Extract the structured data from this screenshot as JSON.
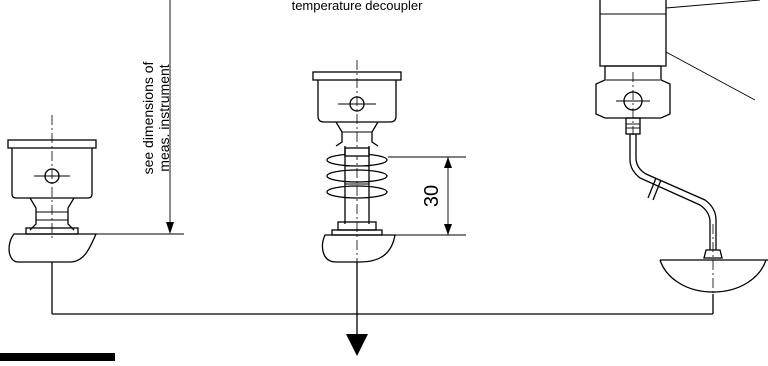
{
  "diagram": {
    "top_label": "temperature decoupler",
    "dimension_note_line1": "see dimensions of",
    "dimension_note_line2": "meas. instrument",
    "dimension_value": "30"
  }
}
